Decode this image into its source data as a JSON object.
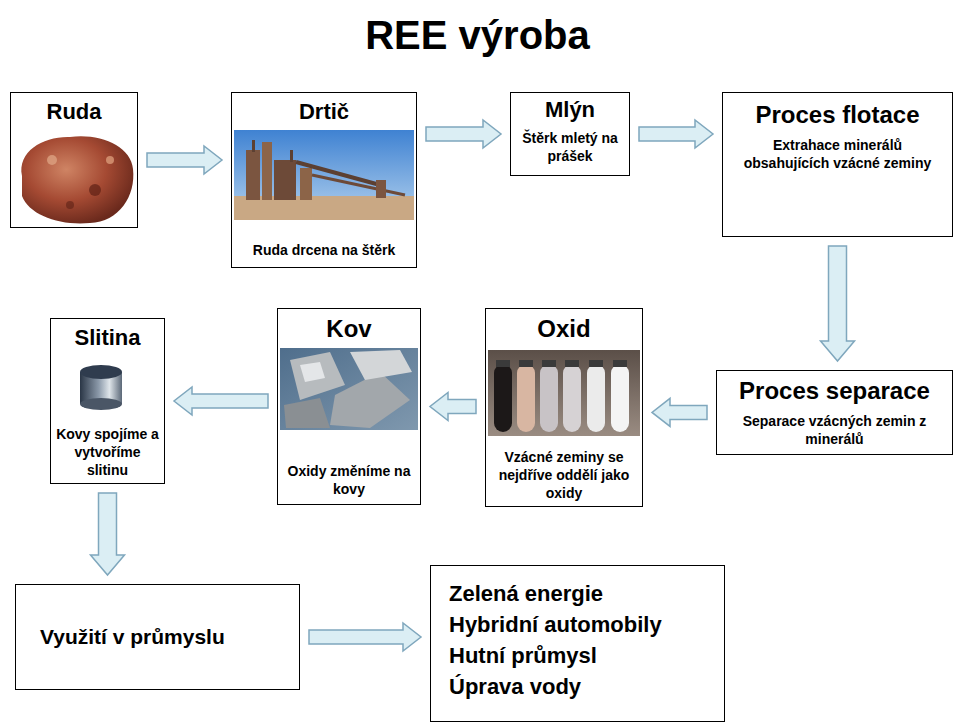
{
  "diagram": {
    "title": "REE výroba",
    "nodes": [
      {
        "text": [
          "Ruda"
        ]
      },
      {
        "text": [
          "Drtič",
          "Ruda drcena na štěrk"
        ]
      },
      {
        "text": [
          "Mlýn",
          "Štěrk mletý na prášek"
        ]
      },
      {
        "text": [
          "Proces flotace",
          "Extrahace minerálů obsahujících vzácné zeminy"
        ]
      },
      {
        "text": [
          "Proces separace",
          "Separace vzácných zemin z minerálů"
        ]
      },
      {
        "text": [
          "Oxid",
          "Vzácné zeminy se nejdříve oddělí jako oxidy"
        ]
      },
      {
        "text": [
          "Kov",
          "Oxidy změníme na kovy"
        ]
      },
      {
        "text": [
          "Slitina",
          "Kovy spojíme a vytvoříme slitinu"
        ]
      },
      {
        "text": [
          "Využití v průmyslu"
        ]
      },
      {
        "text": [
          "Zelená energie",
          "Hybridní automobily",
          "Hutní průmysl",
          "Úprava vody"
        ]
      }
    ],
    "edges": [
      {
        "from": 0,
        "to": 1,
        "arrow": "to"
      },
      {
        "from": 1,
        "to": 2,
        "arrow": "to"
      },
      {
        "from": 2,
        "to": 3,
        "arrow": "to"
      },
      {
        "from": 3,
        "to": 4,
        "arrow": "to"
      },
      {
        "from": 4,
        "to": 5,
        "arrow": "to"
      },
      {
        "from": 5,
        "to": 6,
        "arrow": "to"
      },
      {
        "from": 6,
        "to": 7,
        "arrow": "to"
      },
      {
        "from": 7,
        "to": 8,
        "arrow": "to"
      },
      {
        "from": 8,
        "to": 9,
        "arrow": "to"
      }
    ]
  }
}
